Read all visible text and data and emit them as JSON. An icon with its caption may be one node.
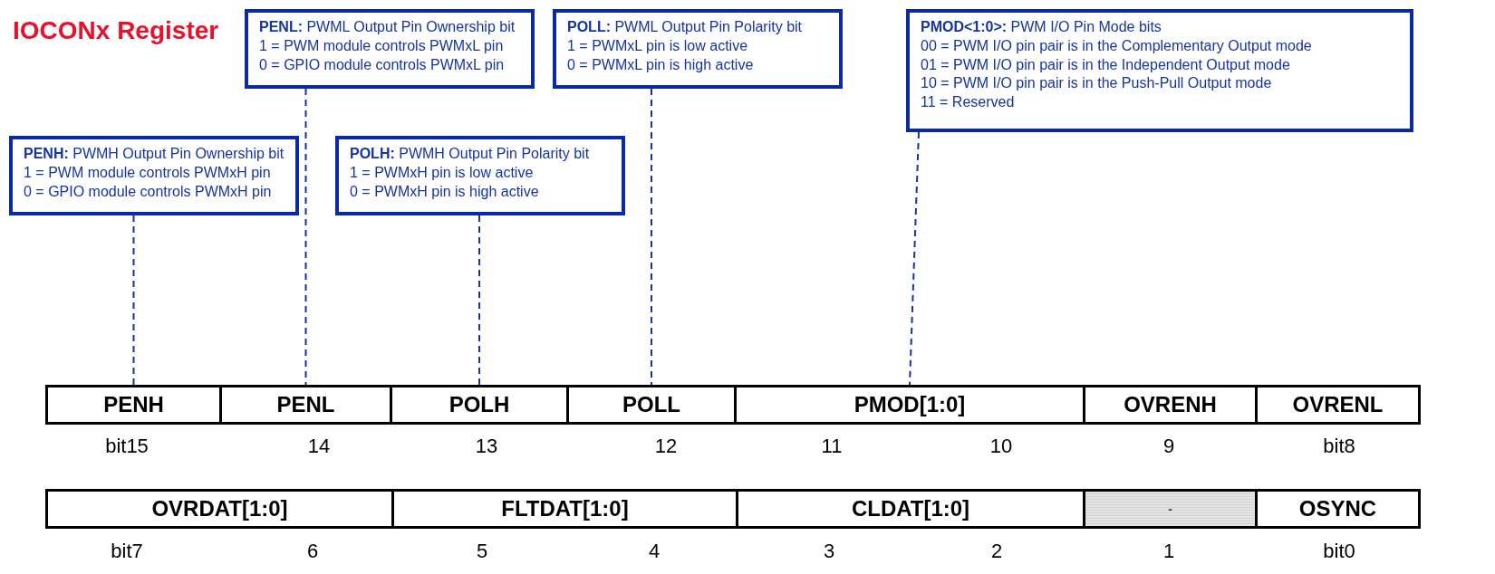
{
  "diagram": {
    "title": "IOCONx Register",
    "nodes": [
      {
        "text": [
          "**PENH:** PWMH Output Pin Ownership bit",
          "1 = PWM module controls PWMxH pin",
          "0 = GPIO module controls PWMxH pin"
        ]
      },
      {
        "text": [
          "**PENL:** PWML Output Pin Ownership bit",
          "1 = PWM module controls PWMxL pin",
          "0 = GPIO module controls PWMxL pin"
        ]
      },
      {
        "text": [
          "**POLH:** PWMH Output Pin Polarity bit",
          "1 = PWMxH pin is low active",
          "0 = PWMxH pin is high active"
        ]
      },
      {
        "text": [
          "**POLL:** PWML Output Pin Polarity bit",
          "1 = PWMxL pin is low active",
          "0 = PWMxL pin is high active"
        ]
      },
      {
        "text": [
          "**PMOD<1:0>:** PWM I/O Pin Mode bits",
          "00 = PWM I/O pin pair is in the Complementary Output mode",
          "01 = PWM I/O pin pair is in the Independent Output mode",
          "10 = PWM I/O pin pair is in the Push-Pull Output mode",
          "11 = Reserved"
        ]
      },
      {
        "text": [
          "PENH"
        ]
      },
      {
        "text": [
          "PENL"
        ]
      },
      {
        "text": [
          "POLH"
        ]
      },
      {
        "text": [
          "POLL"
        ]
      },
      {
        "text": [
          "PMOD[1:0]"
        ]
      },
      {
        "text": [
          "OVRENH"
        ]
      },
      {
        "text": [
          "OVRENL"
        ]
      },
      {
        "text": [
          "OVRDAT[1:0]"
        ]
      },
      {
        "text": [
          "FLTDAT[1:0]"
        ]
      },
      {
        "text": [
          "CLDAT[1:0]"
        ]
      },
      {
        "text": [
          "-"
        ]
      },
      {
        "text": [
          "OSYNC"
        ]
      }
    ],
    "edges": [
      {
        "from": 0,
        "to": 5,
        "arrow": "none",
        "style": "dashed"
      },
      {
        "from": 1,
        "to": 6,
        "arrow": "none",
        "style": "dashed"
      },
      {
        "from": 2,
        "to": 7,
        "arrow": "none",
        "style": "dashed"
      },
      {
        "from": 3,
        "to": 8,
        "arrow": "none",
        "style": "dashed"
      },
      {
        "from": 4,
        "to": 9,
        "arrow": "none",
        "style": "dashed"
      }
    ],
    "labels": [
      "bit15",
      "14",
      "13",
      "12",
      "11",
      "10",
      "9",
      "bit8",
      "bit7",
      "6",
      "5",
      "4",
      "3",
      "2",
      "1",
      "bit0"
    ]
  }
}
